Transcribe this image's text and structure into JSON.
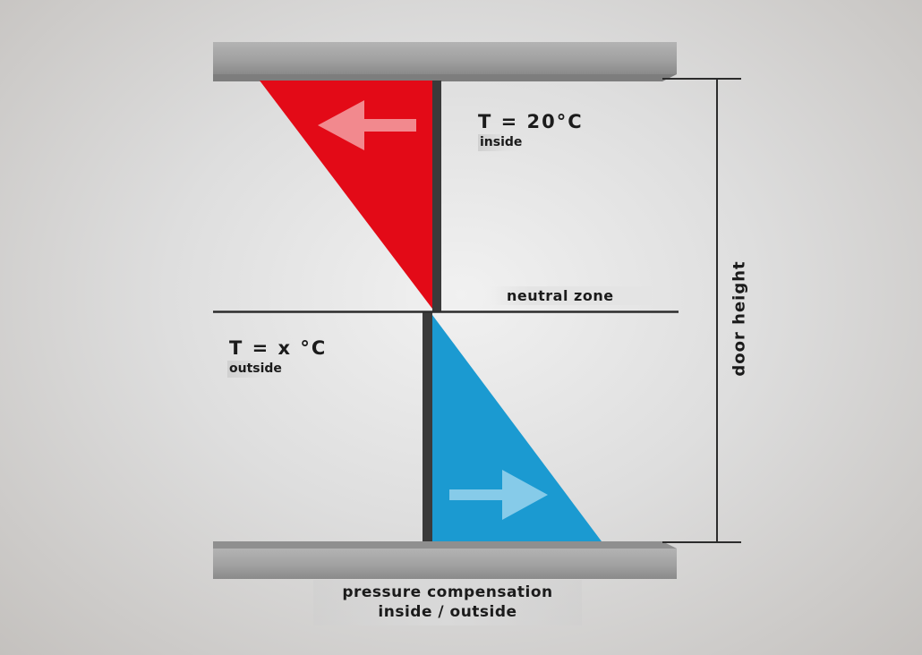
{
  "labels": {
    "inside_temperature": "T = 20°C",
    "inside_tag": "inside",
    "outside_temperature": "T = x °C",
    "outside_tag": "outside",
    "neutral_zone": "neutral zone",
    "door_height": "door height",
    "pressure_line1": "pressure compensation",
    "pressure_line2": "inside / outside"
  },
  "colors": {
    "warm_flow": "#e30a17",
    "warm_arrow": "#f2898e",
    "cold_flow": "#1b9ad1",
    "cold_arrow": "#86cbe9",
    "door_panel": "#3a3a3a",
    "frame": "#9e9e9e"
  },
  "flows": {
    "inside_outflow_direction": "left",
    "outside_inflow_direction": "right"
  }
}
